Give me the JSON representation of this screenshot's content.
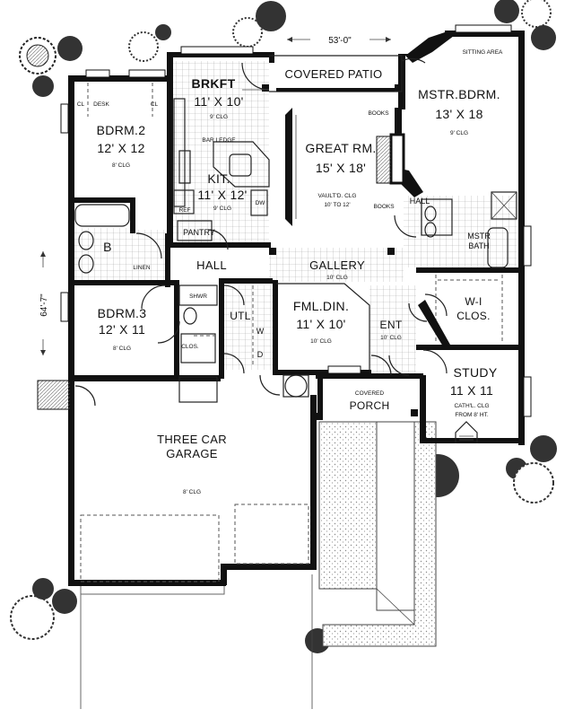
{
  "dimensions": {
    "width_overall": "53'-0\"",
    "depth_overall": "64'-7\""
  },
  "rooms": {
    "covered_patio": {
      "name": "COVERED PATIO"
    },
    "brkft": {
      "name": "BRKFT",
      "size": "11' X 10'",
      "ceiling": "9' CLG"
    },
    "mstr_bdrm": {
      "name": "MSTR.BDRM.",
      "size": "13' X 18",
      "ceiling": "9' CLG"
    },
    "sitting_area": {
      "name": "SITTING AREA"
    },
    "bdrm2": {
      "name": "BDRM.2",
      "size": "12' X 12",
      "ceiling": "8' CLG"
    },
    "great_rm": {
      "name": "GREAT RM.",
      "size": "15' X 18'",
      "ceiling1": "VAULT'D. CLG",
      "ceiling2": "10' TO 12'"
    },
    "kit": {
      "name": "KIT.",
      "size": "11' X 12'",
      "ceiling": "9' CLG"
    },
    "gallery": {
      "name": "GALLERY",
      "ceiling": "10' CLG"
    },
    "hall_main": {
      "name": "HALL"
    },
    "hall_master": {
      "name": "HALL"
    },
    "mstr_bath": {
      "name1": "MSTR",
      "name2": "BATH"
    },
    "wi_clos": {
      "name1": "W-I",
      "name2": "CLOS."
    },
    "bdrm3": {
      "name": "BDRM.3",
      "size": "12' X 11",
      "ceiling": "8' CLG"
    },
    "fml_din": {
      "name": "FML.DIN.",
      "size": "11' X 10'",
      "ceiling": "10' CLG"
    },
    "ent": {
      "name": "ENT",
      "ceiling": "10' CLG"
    },
    "utl": {
      "name": "UTL"
    },
    "study": {
      "name": "STUDY",
      "size": "11 X 11",
      "ceiling1": "CATH'L. CLG",
      "ceiling2": "FROM 8' HT."
    },
    "porch": {
      "name1": "COVERED",
      "name2": "PORCH"
    },
    "garage": {
      "name1": "THREE CAR",
      "name2": "GARAGE",
      "ceiling": "8' CLG"
    }
  },
  "small_labels": {
    "desk": "DESK",
    "cl_left": "CL",
    "cl_right": "CL",
    "books_top": "BOOKS",
    "books_bottom": "BOOKS",
    "bar_ledge": "BAR LEDGE",
    "ref": "REF",
    "dw": "DW",
    "pantry": "PANTRY",
    "bath_b": "B",
    "linen": "LINEN",
    "clos_bd3": "CLOS.",
    "shwr": "SHWR",
    "w": "W",
    "d": "D"
  }
}
